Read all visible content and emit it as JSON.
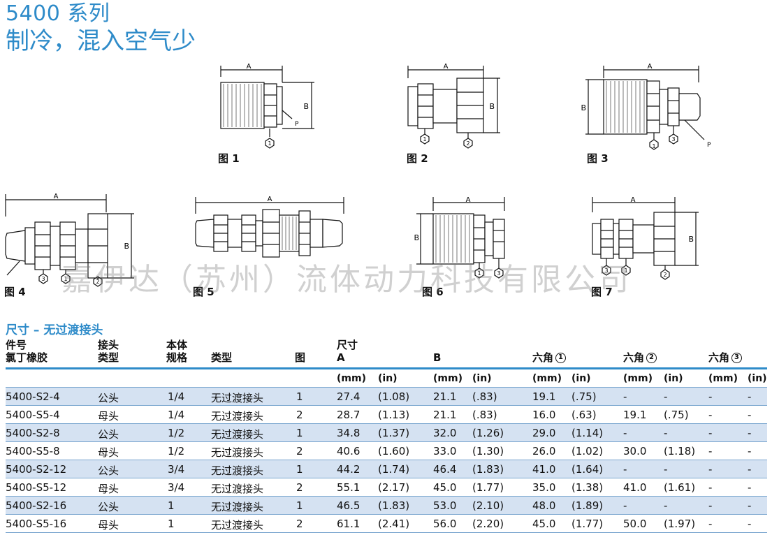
{
  "header": {
    "series_title": "5400 系列",
    "subtitle": "制冷，混入空气少"
  },
  "figures": [
    {
      "caption": "图 1"
    },
    {
      "caption": "图 2"
    },
    {
      "caption": "图 3"
    },
    {
      "caption": "图 4"
    },
    {
      "caption": "图 5"
    },
    {
      "caption": "图 6"
    },
    {
      "caption": "图 7"
    }
  ],
  "dim_labels": {
    "a": "A",
    "b": "B",
    "p": "P",
    "n1": "1",
    "n2": "2",
    "n3": "3"
  },
  "watermark": "嘉伊达（苏州）流体动力科技有限公司",
  "table": {
    "section_title": "尺寸 – 无过渡接头",
    "headers": {
      "part_line1": "件号",
      "part_line2": "氯丁橡胶",
      "end_line1": "接头",
      "end_line2": "类型",
      "body_line1": "本体",
      "body_line2": "规格",
      "type": "类型",
      "fig": "图",
      "dim_line1": "尺寸",
      "dim_line2": "A",
      "b": "B",
      "hex1": "六角",
      "hex2": "六角",
      "hex3": "六角",
      "hex1_num": "1",
      "hex2_num": "2",
      "hex3_num": "3"
    },
    "units": {
      "mm": "(mm)",
      "in": "(in)"
    },
    "rows": [
      {
        "part": "5400-S2-4",
        "end": "公头",
        "body": "1/4",
        "type": "无过渡接头",
        "fig": "1",
        "a_mm": "27.4",
        "a_in": "(1.08)",
        "b_mm": "21.1",
        "b_in": "(.83)",
        "h1_mm": "19.1",
        "h1_in": "(.75)",
        "h2_mm": "-",
        "h2_in": "-",
        "h3_mm": "-",
        "h3_in": "-"
      },
      {
        "part": "5400-S5-4",
        "end": "母头",
        "body": "1/4",
        "type": "无过渡接头",
        "fig": "2",
        "a_mm": "28.7",
        "a_in": "(1.13)",
        "b_mm": "21.1",
        "b_in": "(.83)",
        "h1_mm": "16.0",
        "h1_in": "(.63)",
        "h2_mm": "19.1",
        "h2_in": "(.75)",
        "h3_mm": "-",
        "h3_in": "-"
      },
      {
        "part": "5400-S2-8",
        "end": "公头",
        "body": "1/2",
        "type": "无过渡接头",
        "fig": "1",
        "a_mm": "34.8",
        "a_in": "(1.37)",
        "b_mm": "32.0",
        "b_in": "(1.26)",
        "h1_mm": "29.0",
        "h1_in": "(1.14)",
        "h2_mm": "-",
        "h2_in": "-",
        "h3_mm": "-",
        "h3_in": "-"
      },
      {
        "part": "5400-S5-8",
        "end": "母头",
        "body": "1/2",
        "type": "无过渡接头",
        "fig": "2",
        "a_mm": "40.6",
        "a_in": "(1.60)",
        "b_mm": "33.0",
        "b_in": "(1.30)",
        "h1_mm": "26.0",
        "h1_in": "(1.02)",
        "h2_mm": "30.0",
        "h2_in": "(1.18)",
        "h3_mm": "-",
        "h3_in": "-"
      },
      {
        "part": "5400-S2-12",
        "end": "公头",
        "body": "3/4",
        "type": "无过渡接头",
        "fig": "1",
        "a_mm": "44.2",
        "a_in": "(1.74)",
        "b_mm": "46.4",
        "b_in": "(1.83)",
        "h1_mm": "41.0",
        "h1_in": "(1.64)",
        "h2_mm": "-",
        "h2_in": "-",
        "h3_mm": "-",
        "h3_in": "-"
      },
      {
        "part": "5400-S5-12",
        "end": "母头",
        "body": "3/4",
        "type": "无过渡接头",
        "fig": "2",
        "a_mm": "55.1",
        "a_in": "(2.17)",
        "b_mm": "45.0",
        "b_in": "(1.77)",
        "h1_mm": "35.0",
        "h1_in": "(1.38)",
        "h2_mm": "41.0",
        "h2_in": "(1.61)",
        "h3_mm": "-",
        "h3_in": "-"
      },
      {
        "part": "5400-S2-16",
        "end": "公头",
        "body": "1",
        "type": "无过渡接头",
        "fig": "1",
        "a_mm": "46.5",
        "a_in": "(1.83)",
        "b_mm": "53.0",
        "b_in": "(2.10)",
        "h1_mm": "48.0",
        "h1_in": "(1.89)",
        "h2_mm": "-",
        "h2_in": "-",
        "h3_mm": "-",
        "h3_in": "-"
      },
      {
        "part": "5400-S5-16",
        "end": "母头",
        "body": "1",
        "type": "无过渡接头",
        "fig": "2",
        "a_mm": "61.1",
        "a_in": "(2.41)",
        "b_mm": "56.0",
        "b_in": "(2.20)",
        "h1_mm": "45.0",
        "h1_in": "(1.77)",
        "h2_mm": "50.0",
        "h2_in": "(1.97)",
        "h3_mm": "-",
        "h3_in": "-"
      }
    ]
  }
}
